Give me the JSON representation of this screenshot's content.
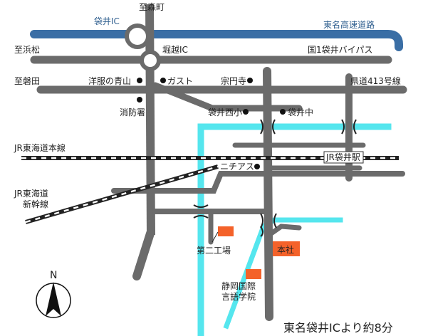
{
  "colors": {
    "expressway": "#3a6ea5",
    "road": "#6b6b6b",
    "river": "#55e6ee",
    "office": "#f4622a",
    "rail": "#222222"
  },
  "labels": {
    "to_morimachi": "至森町",
    "fukuroi_ic": "袋井IC",
    "tomei_expressway": "東名高速道路",
    "to_hamamatsu": "至浜松",
    "horikoshi_ic": "堀越IC",
    "route1_bypass": "国1袋井バイパス",
    "to_iwata": "至磐田",
    "aoyama": "洋服の青山",
    "gusto": "ガスト",
    "soenji": "宗円寺",
    "pref_route_413": "県道413号線",
    "fire_station": "消防署",
    "fukuroi_nishi_es": "袋井西小",
    "fukuroi_jhs": "袋井中",
    "jr_tokaido_line": "JR東海道本線",
    "jr_fukuroi_station": "JR袋井駅",
    "nitias": "ニチアス",
    "jr_tokaido_shinkansen_1": "JR東海道",
    "jr_tokaido_shinkansen_2": "新幹線",
    "second_factory": "第二工場",
    "head_office": "本社",
    "school_1": "静岡国際",
    "school_2": "言語学院",
    "north": "N",
    "access_note": "東名袋井ICより約8分"
  },
  "icons": [
    "interchange-icon",
    "north-arrow-icon",
    "landmark-dot-icon",
    "bridge-icon"
  ]
}
